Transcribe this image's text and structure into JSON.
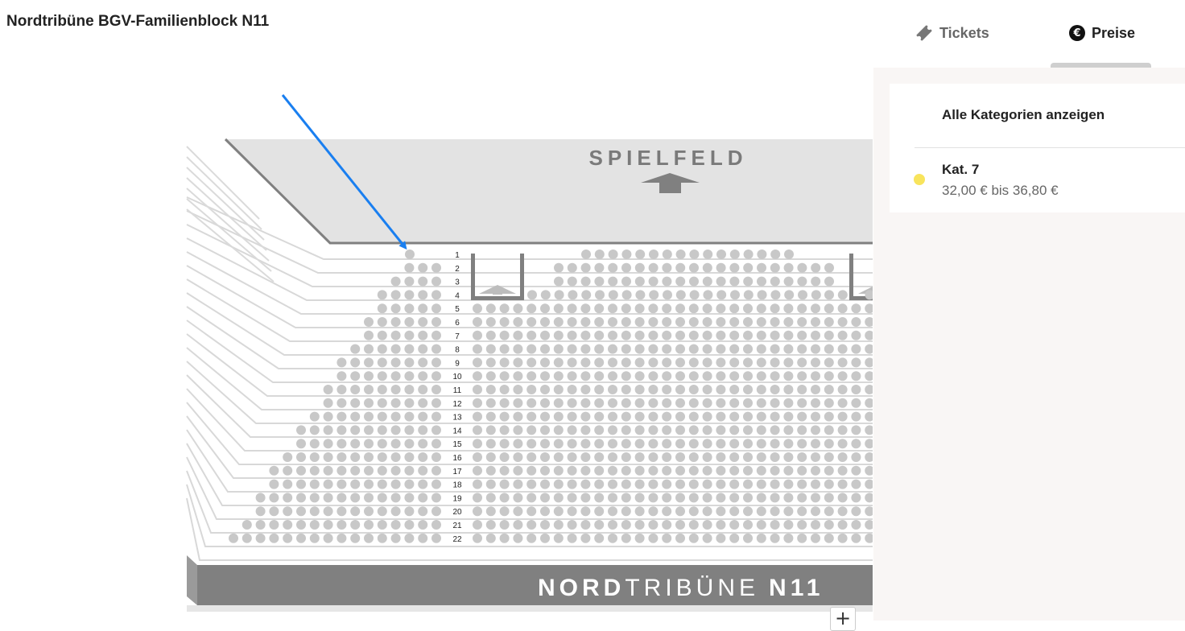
{
  "page": {
    "title": "Nordtribüne BGV-Familienblock N11"
  },
  "seatmap": {
    "field_label": "SPIELFELD",
    "stand_label_bold": "NORD",
    "stand_label_light": "TRIBÜNE",
    "block_label": "N11",
    "rows": [
      "1",
      "2",
      "3",
      "4",
      "5",
      "6",
      "7",
      "8",
      "9",
      "10",
      "11",
      "12",
      "13",
      "14",
      "15",
      "16",
      "17",
      "18",
      "19",
      "20",
      "21",
      "22"
    ],
    "seat_color": "#c8c8c8",
    "highlight_arrow_color": "#1a7ff0"
  },
  "zoom": {
    "plus_label": "+"
  },
  "sidebar": {
    "tabs": [
      {
        "label": "Tickets",
        "icon": "ticket-icon",
        "active": false
      },
      {
        "label": "Preise",
        "icon": "euro-icon",
        "icon_glyph": "€",
        "active": true
      }
    ],
    "all_categories_label": "Alle Kategorien anzeigen",
    "categories": [
      {
        "name": "Kat. 7",
        "price_range": "32,00 € bis 36,80 €",
        "color": "#f8e45c"
      }
    ]
  }
}
